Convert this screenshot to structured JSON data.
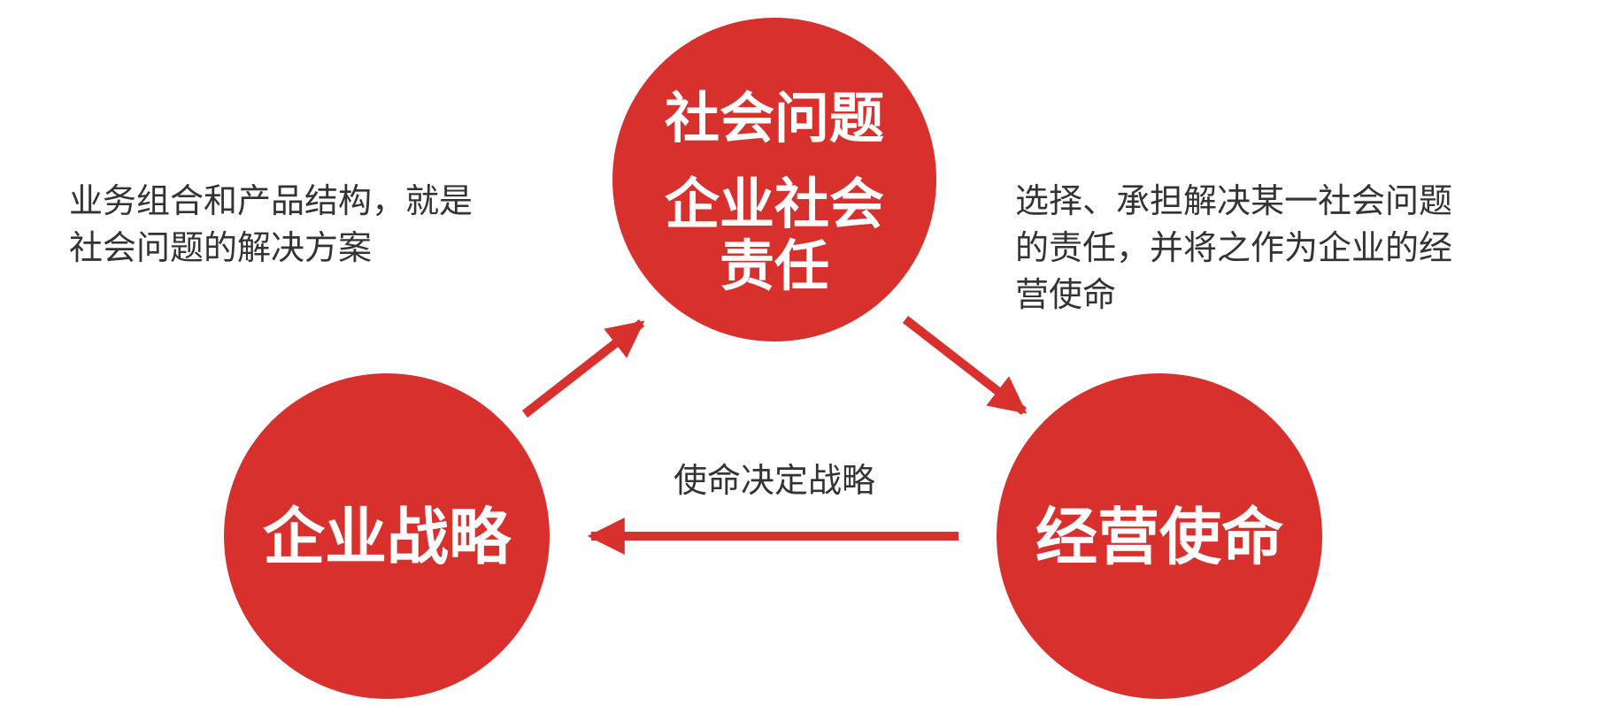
{
  "colors": {
    "accent": "#d8312d",
    "text": "#333333",
    "circle_text": "#ffffff",
    "background": "#ffffff"
  },
  "nodes": {
    "top": {
      "line1": "社会问题",
      "line2": "企业社会",
      "line3": "责任"
    },
    "left": {
      "title": "企业战略"
    },
    "right": {
      "title": "经营使命"
    }
  },
  "edges": {
    "left_to_top": {
      "label_line1": "业务组合和产品结构，就是",
      "label_line2": "社会问题的解决方案"
    },
    "top_to_right": {
      "label_line1": "选择、承担解决某一社会问题",
      "label_line2": "的责任，并将之作为企业的经",
      "label_line3": "营使命"
    },
    "right_to_left": {
      "label": "使命决定战略"
    }
  }
}
